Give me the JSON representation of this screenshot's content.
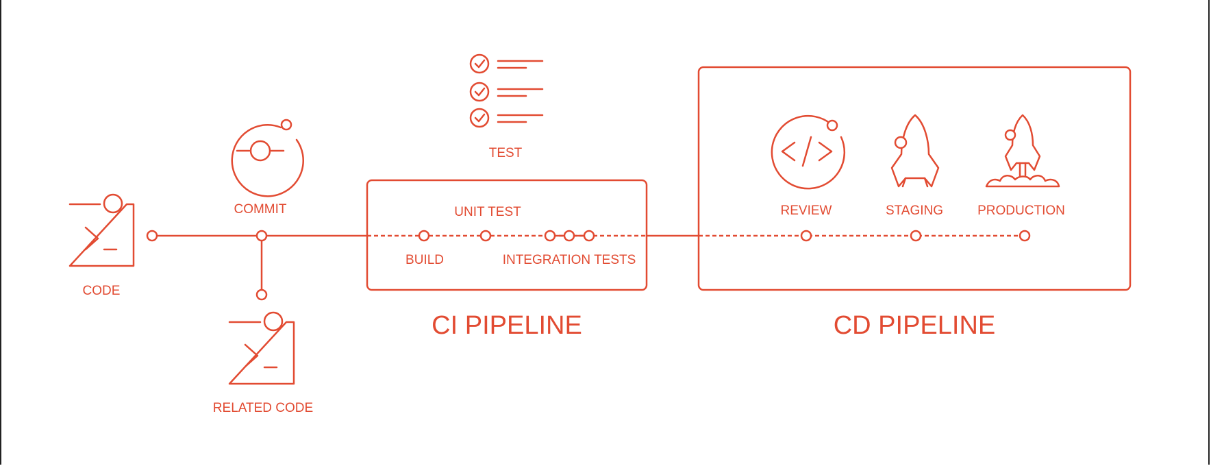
{
  "colors": {
    "accent": "#e24b32",
    "background": "#ffffff"
  },
  "labels": {
    "code": "CODE",
    "commit": "COMMIT",
    "related_code": "RELATED CODE",
    "test": "TEST",
    "unit_test": "UNIT TEST",
    "build": "BUILD",
    "integration_tests": "INTEGRATION TESTS",
    "ci_pipeline": "CI PIPELINE",
    "review": "REVIEW",
    "staging": "STAGING",
    "production": "PRODUCTION",
    "cd_pipeline": "CD PIPELINE"
  },
  "icons": {
    "code": "terminal-icon",
    "related_code": "terminal-icon",
    "commit": "commit-icon",
    "test": "checklist-icon",
    "review": "code-review-icon",
    "staging": "rocket-icon",
    "production": "rocket-launch-icon"
  }
}
